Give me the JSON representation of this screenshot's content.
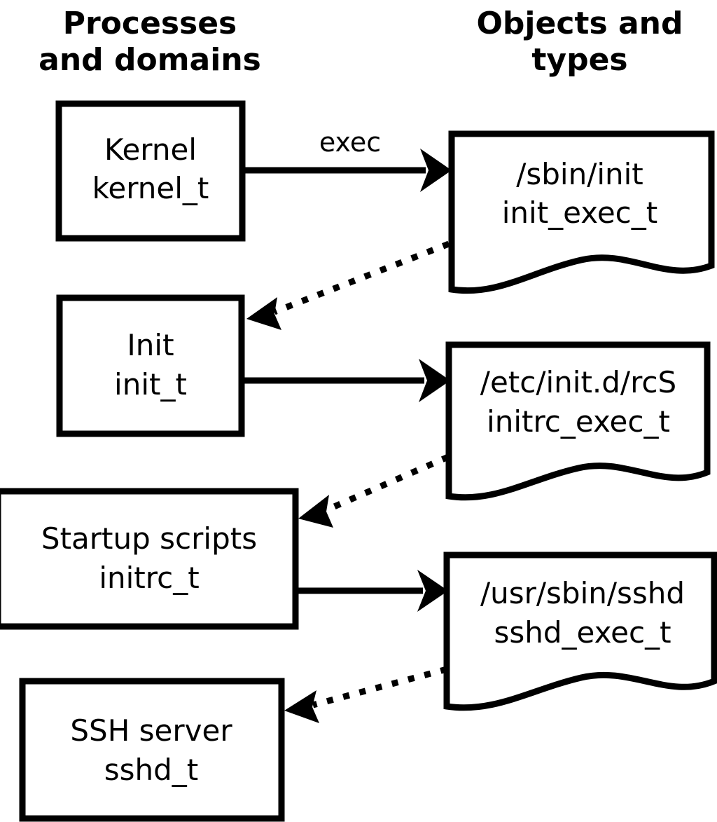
{
  "columns": {
    "left": {
      "title_line1": "Processes",
      "title_line2": "and domains"
    },
    "right": {
      "title_line1": "Objects and",
      "title_line2": "types"
    }
  },
  "colors": {
    "stroke": "#000000",
    "fill": "#ffffff",
    "text": "#000000",
    "background": "#ffffff"
  },
  "domains": [
    {
      "id": "kernel",
      "name": "Kernel",
      "type": "kernel_t"
    },
    {
      "id": "init",
      "name": "Init",
      "type": "init_t"
    },
    {
      "id": "initrc",
      "name": "Startup scripts",
      "type": "initrc_t"
    },
    {
      "id": "sshd",
      "name": "SSH server",
      "type": "sshd_t"
    }
  ],
  "objects": [
    {
      "id": "init_exec",
      "path": "/sbin/init",
      "type": "init_exec_t"
    },
    {
      "id": "initrc_exec",
      "path": "/etc/init.d/rcS",
      "type": "initrc_exec_t"
    },
    {
      "id": "sshd_exec",
      "path": "/usr/sbin/sshd",
      "type": "sshd_exec_t"
    }
  ],
  "edges": [
    {
      "id": "kernel-exec-init",
      "from": "kernel",
      "to": "init_exec",
      "label": "exec",
      "style": "solid"
    },
    {
      "id": "init_exec-transition",
      "from": "init_exec",
      "to": "init",
      "label": "",
      "style": "dashed"
    },
    {
      "id": "init-exec-rcS",
      "from": "init",
      "to": "initrc_exec",
      "label": "",
      "style": "solid"
    },
    {
      "id": "initrc_exec-transition",
      "from": "initrc_exec",
      "to": "initrc",
      "label": "",
      "style": "dashed"
    },
    {
      "id": "initrc-exec-sshd",
      "from": "initrc",
      "to": "sshd_exec",
      "label": "",
      "style": "solid"
    },
    {
      "id": "sshd_exec-transition",
      "from": "sshd_exec",
      "to": "sshd",
      "label": "",
      "style": "dashed"
    }
  ]
}
